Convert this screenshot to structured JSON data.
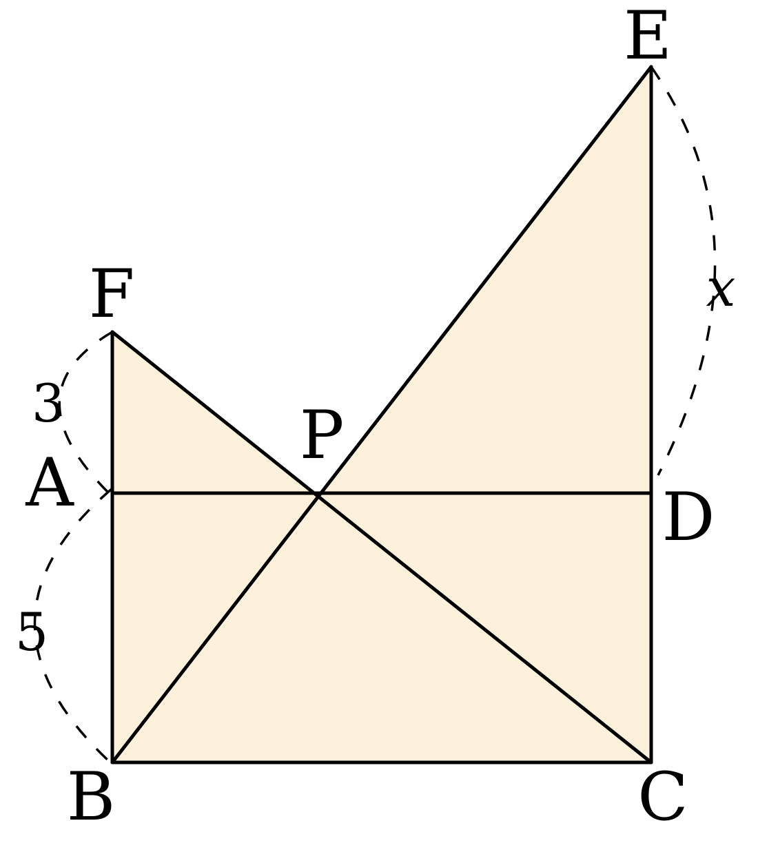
{
  "colors": {
    "fill": "#fdf1dc",
    "line": "#000000"
  },
  "points": {
    "A": "A",
    "B": "B",
    "C": "C",
    "D": "D",
    "E": "E",
    "F": "F",
    "P": "P"
  },
  "lengths": {
    "FA": "3",
    "AB": "5",
    "DE": "x"
  }
}
